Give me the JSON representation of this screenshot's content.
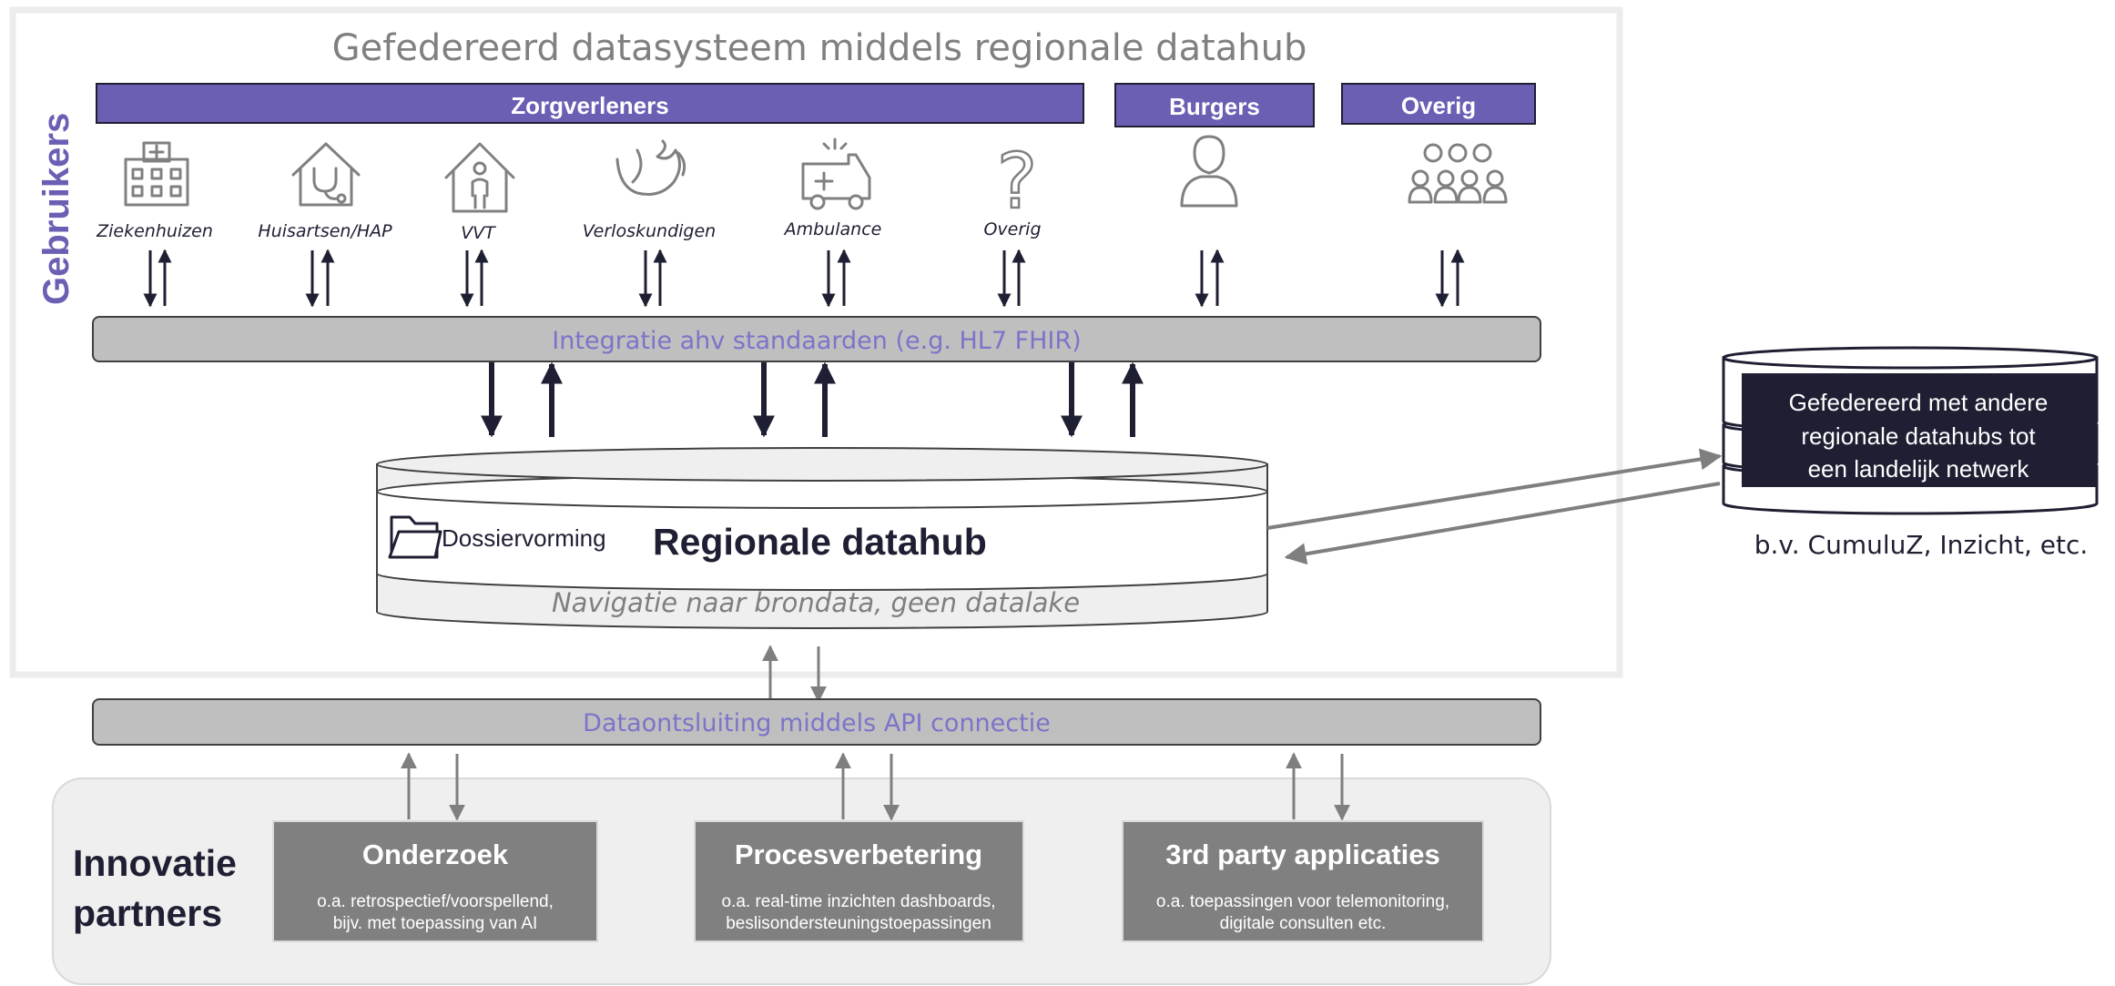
{
  "title": "Gefedereerd datasysteem middels regionale datahub",
  "side_label": "Gebruikers",
  "user_groups": {
    "zorgverleners": "Zorgverleners",
    "burgers": "Burgers",
    "overig": "Overig"
  },
  "users": [
    {
      "label": "Ziekenhuizen",
      "icon": "hospital-icon"
    },
    {
      "label": "Huisartsen/HAP",
      "icon": "house-stethoscope-icon"
    },
    {
      "label": "VVT",
      "icon": "house-person-icon"
    },
    {
      "label": "Verloskundigen",
      "icon": "pregnancy-icon"
    },
    {
      "label": "Ambulance",
      "icon": "ambulance-icon"
    },
    {
      "label": "Overig",
      "icon": "question-mark-icon"
    },
    {
      "label": "",
      "icon": "person-icon"
    },
    {
      "label": "",
      "icon": "group-icon"
    }
  ],
  "integration_bar": "Integratie ahv standaarden (e.g. HL7 FHIR)",
  "datahub": {
    "folder_label": "Dossiervorming",
    "title": "Regionale datahub",
    "subtitle": "Navigatie naar brondata, geen datalake"
  },
  "federated": {
    "lines": [
      "Gefedereerd met andere",
      "regionale datahubs tot",
      "een landelijk netwerk"
    ],
    "example": "b.v. CumuluZ, Inzicht, etc."
  },
  "api_bar": "Dataontsluiting middels API connectie",
  "partners": {
    "label_lines": [
      "Innovatie",
      "partners"
    ],
    "boxes": [
      {
        "title": "Onderzoek",
        "lines": [
          "o.a. retrospectief/voorspellend,",
          "bijv. met toepassing van AI"
        ]
      },
      {
        "title": "Procesverbetering",
        "lines": [
          "o.a. real-time inzichten dashboards,",
          "beslisondersteuningstoepassingen"
        ]
      },
      {
        "title": "3rd party applicaties",
        "lines": [
          "o.a. toepassingen voor telemonitoring,",
          "digitale consulten etc."
        ]
      }
    ]
  },
  "colors": {
    "purple": "#6a5fb3",
    "dark": "#1f1f33",
    "gray_bar": "#bfbfbf",
    "gray_box": "#808080",
    "text_blue": "#7b74c9"
  }
}
